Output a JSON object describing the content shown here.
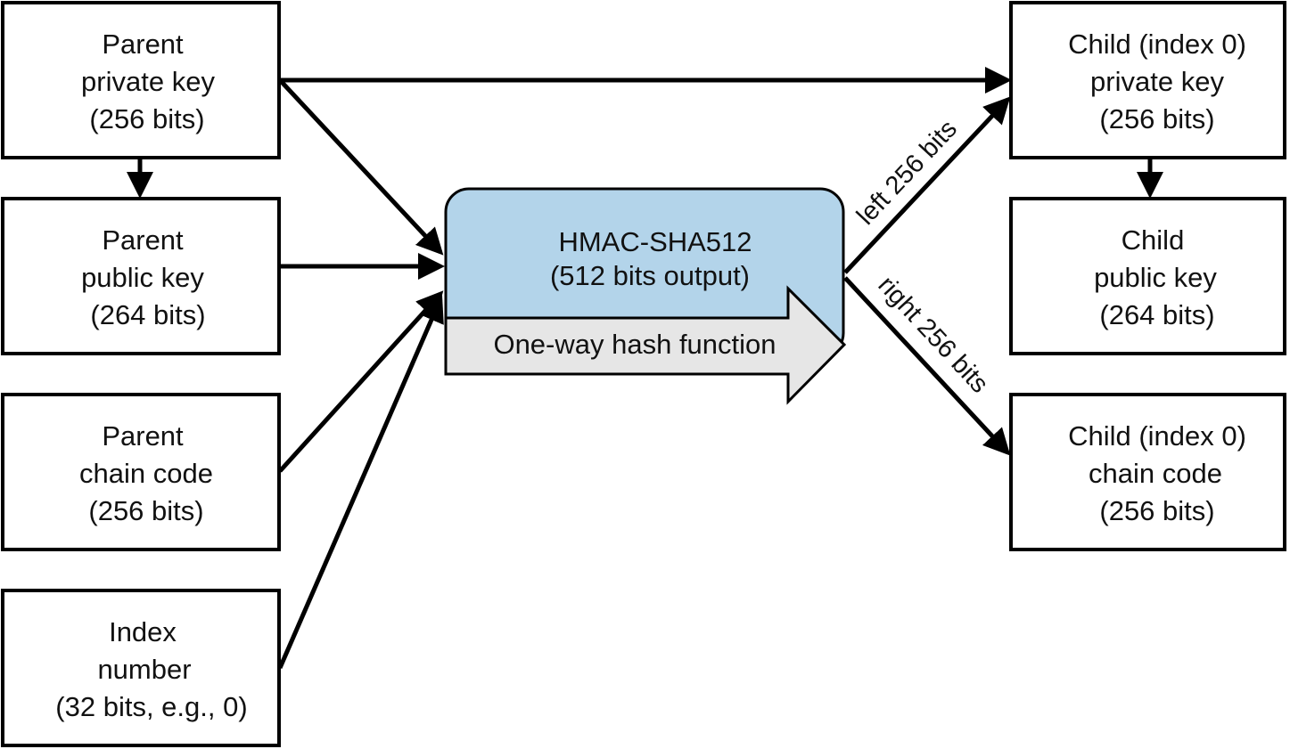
{
  "colors": {
    "hash_box_fill": "#b3d4ea",
    "hash_arrow_fill": "#e6e6e6",
    "stroke": "#000000",
    "text": "#111111"
  },
  "inputs": {
    "parent_private_key": {
      "line1": "Parent",
      "line2": "private key",
      "line3": "(256 bits)"
    },
    "parent_public_key": {
      "line1": "Parent",
      "line2": "public key",
      "line3": "(264 bits)"
    },
    "parent_chain_code": {
      "line1": "Parent",
      "line2": "chain code",
      "line3": "(256 bits)"
    },
    "index_number": {
      "line1": "Index",
      "line2": "number",
      "line3": "(32 bits, e.g., 0)"
    }
  },
  "hash": {
    "title": "HMAC-SHA512",
    "subtitle": "(512 bits output)",
    "arrow_label": "One-way hash function"
  },
  "edges": {
    "left_label": "left 256 bits",
    "right_label": "right 256 bits"
  },
  "outputs": {
    "child_private_key": {
      "line1": "Child (index 0)",
      "line2": "private key",
      "line3": "(256 bits)"
    },
    "child_public_key": {
      "line1": "Child",
      "line2": "public key",
      "line3": "(264 bits)"
    },
    "child_chain_code": {
      "line1": "Child (index 0)",
      "line2": "chain code",
      "line3": "(256 bits)"
    }
  }
}
